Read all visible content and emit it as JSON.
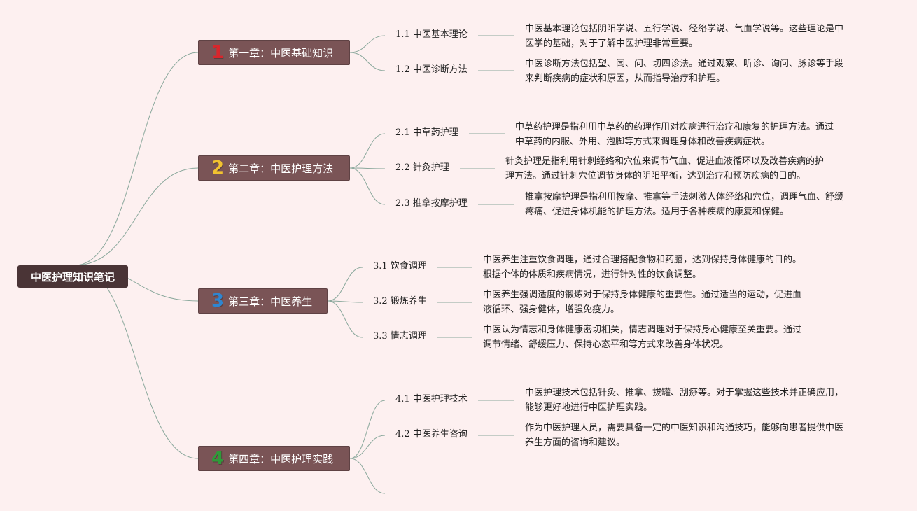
{
  "root": {
    "label": "中医护理知识笔记"
  },
  "chapters": [
    {
      "number": "1",
      "color": "#d9262c",
      "title": "第一章：中医基础知识",
      "sections": [
        {
          "label": "1.1 中医基本理论",
          "desc": "中医基本理论包括阴阳学说、五行学说、经络学说、气血学说等。这些理论是中\n医学的基础，对于了解中医护理非常重要。"
        },
        {
          "label": "1.2 中医诊断方法",
          "desc": "中医诊断方法包括望、闻、问、切四诊法。通过观察、听诊、询问、脉诊等手段\n来判断疾病的症状和原因，从而指导治疗和护理。"
        }
      ]
    },
    {
      "number": "2",
      "color": "#f2c230",
      "title": "第二章：中医护理方法",
      "sections": [
        {
          "label": "2.1 中草药护理",
          "desc": "中草药护理是指利用中草药的药理作用对疾病进行治疗和康复的护理方法。通过\n中草药的内服、外用、泡脚等方式来调理身体和改善疾病症状。"
        },
        {
          "label": "2.2 针灸护理",
          "desc": "针灸护理是指利用针刺经络和穴位来调节气血、促进血液循环以及改善疾病的护\n理方法。通过针刺穴位调节身体的阴阳平衡，达到治疗和预防疾病的目的。"
        },
        {
          "label": "2.3 推拿按摩护理",
          "desc": "推拿按摩护理是指利用按摩、推拿等手法刺激人体经络和穴位，调理气血、舒缓\n疼痛、促进身体机能的护理方法。适用于各种疾病的康复和保健。"
        }
      ]
    },
    {
      "number": "3",
      "color": "#2e86d1",
      "title": "第三章：中医养生",
      "sections": [
        {
          "label": "3.1 饮食调理",
          "desc": "中医养生注重饮食调理，通过合理搭配食物和药膳，达到保持身体健康的目的。\n根据个体的体质和疾病情况，进行针对性的饮食调整。"
        },
        {
          "label": "3.2 锻炼养生",
          "desc": "中医养生强调适度的锻炼对于保持身体健康的重要性。通过适当的运动，促进血\n液循环、强身健体，增强免疫力。"
        },
        {
          "label": "3.3 情志调理",
          "desc": "中医认为情志和身体健康密切相关，情志调理对于保持身心健康至关重要。通过\n调节情绪、舒缓压力、保持心态平和等方式来改善身体状况。"
        }
      ]
    },
    {
      "number": "4",
      "color": "#2f9a3a",
      "title": "第四章：中医护理实践",
      "sections": [
        {
          "label": "4.1 中医护理技术",
          "desc": "中医护理技术包括针灸、推拿、拔罐、刮痧等。对于掌握这些技术并正确应用，\n能够更好地进行中医护理实践。"
        },
        {
          "label": "4.2 中医养生咨询",
          "desc": "作为中医护理人员，需要具备一定的中医知识和沟通技巧，能够向患者提供中医\n养生方面的咨询和建议。"
        }
      ]
    }
  ],
  "colors": {
    "background": "#fdf0f0",
    "root": "#4a3436",
    "chapter": "#7a5456",
    "line": "#8aa89c"
  }
}
